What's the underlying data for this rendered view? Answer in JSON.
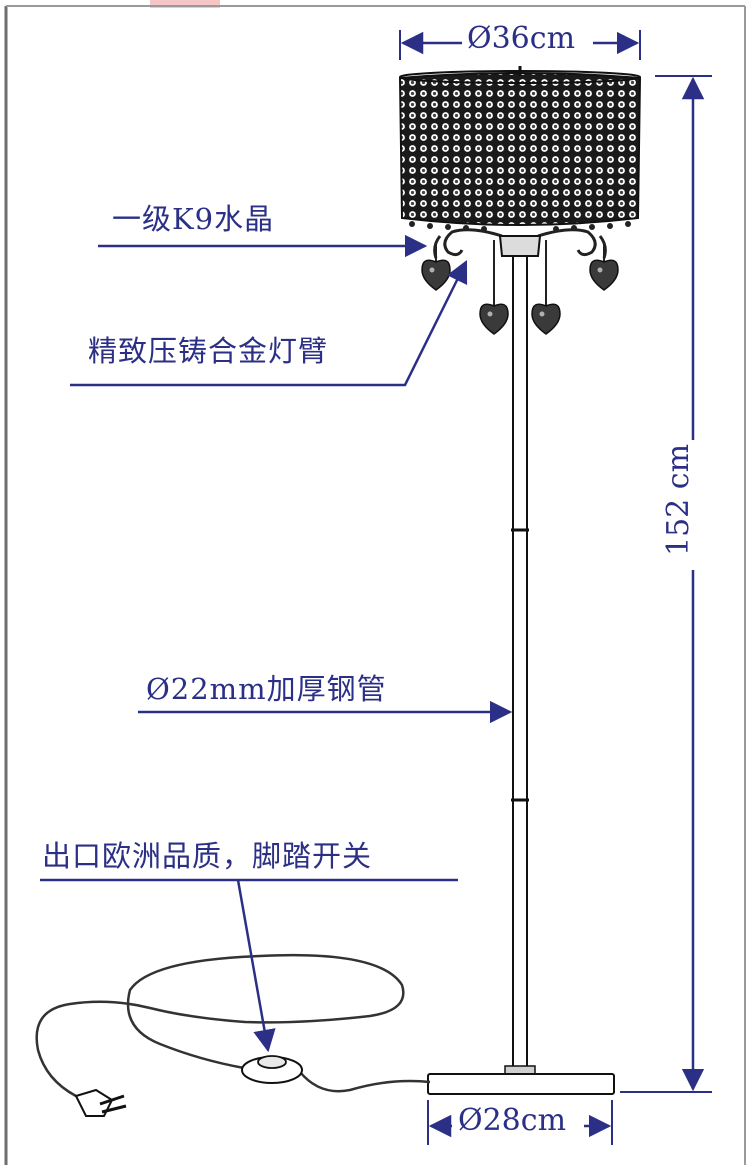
{
  "labels": {
    "top_diameter": "Ø36cm",
    "crystal": "一级K9水晶",
    "arm": "精致压铸合金灯臂",
    "pipe": "Ø22mm加厚钢管",
    "switch": "出口欧洲品质，脚踏开关",
    "base_diameter": "Ø28cm",
    "height": "152 cm"
  },
  "colors": {
    "annotation": "#2b2f86",
    "line": "#333333",
    "background": "#ffffff",
    "frame": "#6e6e6e"
  }
}
